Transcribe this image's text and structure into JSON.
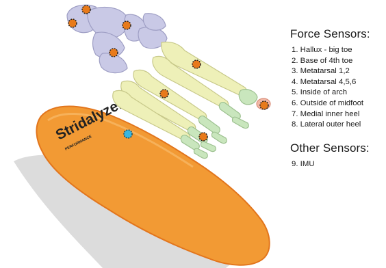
{
  "legend": {
    "force_title": "Force Sensors:",
    "force_items": [
      "1. Hallux  - big toe",
      "2. Base of 4th toe",
      "3. Metatarsal 1,2",
      "4. Metatarsal 4,5,6",
      "5. Inside of arch",
      "6. Outside of midfoot",
      "7. Medial inner heel",
      "8. Lateral outer heel"
    ],
    "other_title": "Other Sensors:",
    "other_items": [
      "9. IMU"
    ]
  },
  "insole": {
    "brand": "Stridalyzer",
    "subbrand": "PERFORMANCE"
  },
  "colors": {
    "insole": "#f29a34",
    "insole_edge": "#e2751c",
    "tarsal_bones": "#c9c9e6",
    "metatarsal_bones": "#eef0b8",
    "phalanx_bones": "#c9e6bd",
    "force_sensor": "#e87a1a",
    "imu_sensor": "#39b6e0",
    "shadow": "#d6d6d6"
  },
  "sensors": {
    "force_count": 8,
    "imu_count": 1
  }
}
